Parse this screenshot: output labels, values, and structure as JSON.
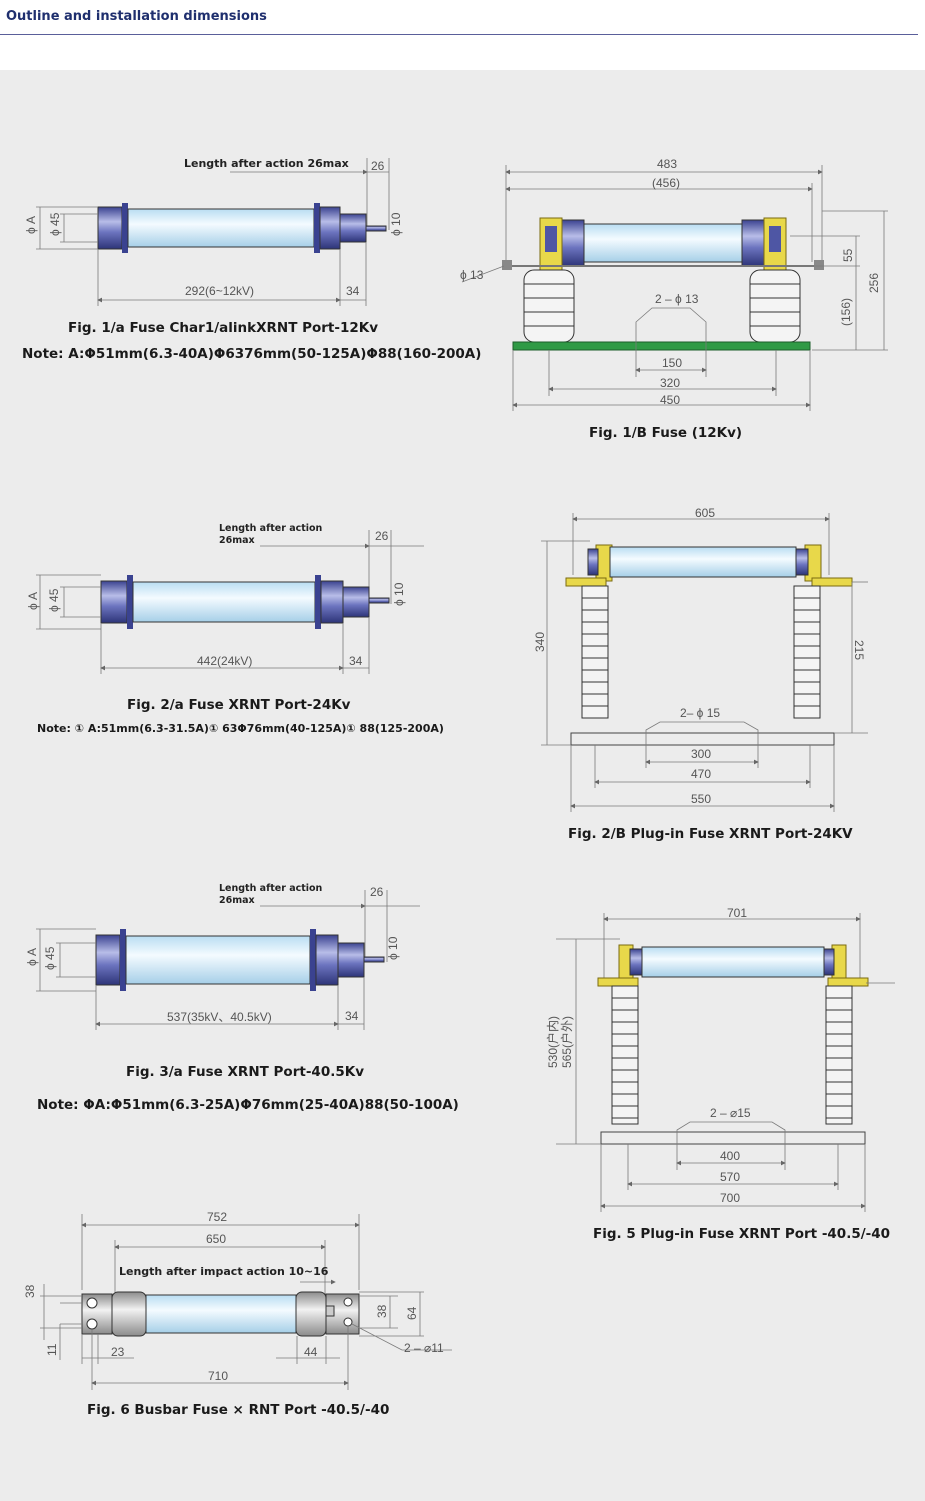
{
  "header": {
    "title": "Outline and installation dimensions"
  },
  "fig1a": {
    "length_label": "Length after action 26max",
    "dim_26": "26",
    "dim_10": "ϕ 10",
    "dim_A": "ϕ A",
    "dim_45": "ϕ 45",
    "dim_length": "292(6~12kV)",
    "dim_34": "34",
    "caption": "Fig. 1/a Fuse Char1/alinkXRNT Port-12Kv",
    "note": "Note: A:Φ51mm(6.3-40A)Φ6376mm(50-125A)Φ88(160-200A)"
  },
  "fig1b": {
    "dim_483": "483",
    "dim_456": "(456)",
    "dim_13": "ϕ 13",
    "dim_55": "55",
    "dim_256": "256",
    "dim_156": "(156)",
    "dim_holes": "2 – ϕ 13",
    "dim_150": "150",
    "dim_320": "320",
    "dim_450": "450",
    "caption": "Fig. 1/B Fuse (12Kv)"
  },
  "fig2a": {
    "length_label_1": "Length after action",
    "length_label_2": "26max",
    "dim_26": "26",
    "dim_10": "ϕ 10",
    "dim_A": "ϕ A",
    "dim_45": "ϕ 45",
    "dim_length": "442(24kV)",
    "dim_34": "34",
    "caption": "Fig. 2/a Fuse XRNT Port-24Kv",
    "note": "Note: ① A:51mm(6.3-31.5A)① 63Φ76mm(40-125A)① 88(125-200A)"
  },
  "fig2b": {
    "dim_605": "605",
    "dim_340": "340",
    "dim_215": "215",
    "dim_holes": "2– ϕ 15",
    "dim_300": "300",
    "dim_470": "470",
    "dim_550": "550",
    "caption": "Fig. 2/B Plug-in Fuse XRNT Port-24KV"
  },
  "fig3a": {
    "length_label_1": "Length after action",
    "length_label_2": "26max",
    "dim_26": "26",
    "dim_10": "ϕ 10",
    "dim_A": "ϕ A",
    "dim_45": "ϕ 45",
    "dim_length": "537(35kV、40.5kV)",
    "dim_34": "34",
    "caption": "Fig. 3/a Fuse XRNT Port-40.5Kv",
    "note": "Note: ΦA:Φ51mm(6.3-25A)Φ76mm(25-40A)88(50-100A)"
  },
  "fig5": {
    "dim_701": "701",
    "dim_530": "530(户内)",
    "dim_565": "565(户外)",
    "dim_holes": "2 – ⌀15",
    "dim_400": "400",
    "dim_570": "570",
    "dim_700": "700",
    "caption": "Fig. 5 Plug-in Fuse XRNT Port -40.5/-40"
  },
  "fig6": {
    "dim_752": "752",
    "dim_650": "650",
    "length_label": "Length after impact action 10~16",
    "dim_38L": "38",
    "dim_11": "11",
    "dim_23": "23",
    "dim_44": "44",
    "dim_38R": "38",
    "dim_64": "64",
    "dim_holes": "2 – ⌀11",
    "dim_710": "710",
    "caption": "Fig. 6 Busbar Fuse × RNT Port -40.5/-40"
  },
  "colors": {
    "background": "#ececec",
    "header_text": "#1f2f6e",
    "tube": "#dff1fb",
    "cap_metal": "#4e56a4",
    "insulator": "#f4f4f4",
    "bracket": "#e8d84a",
    "base_green": "#2f9a45"
  }
}
